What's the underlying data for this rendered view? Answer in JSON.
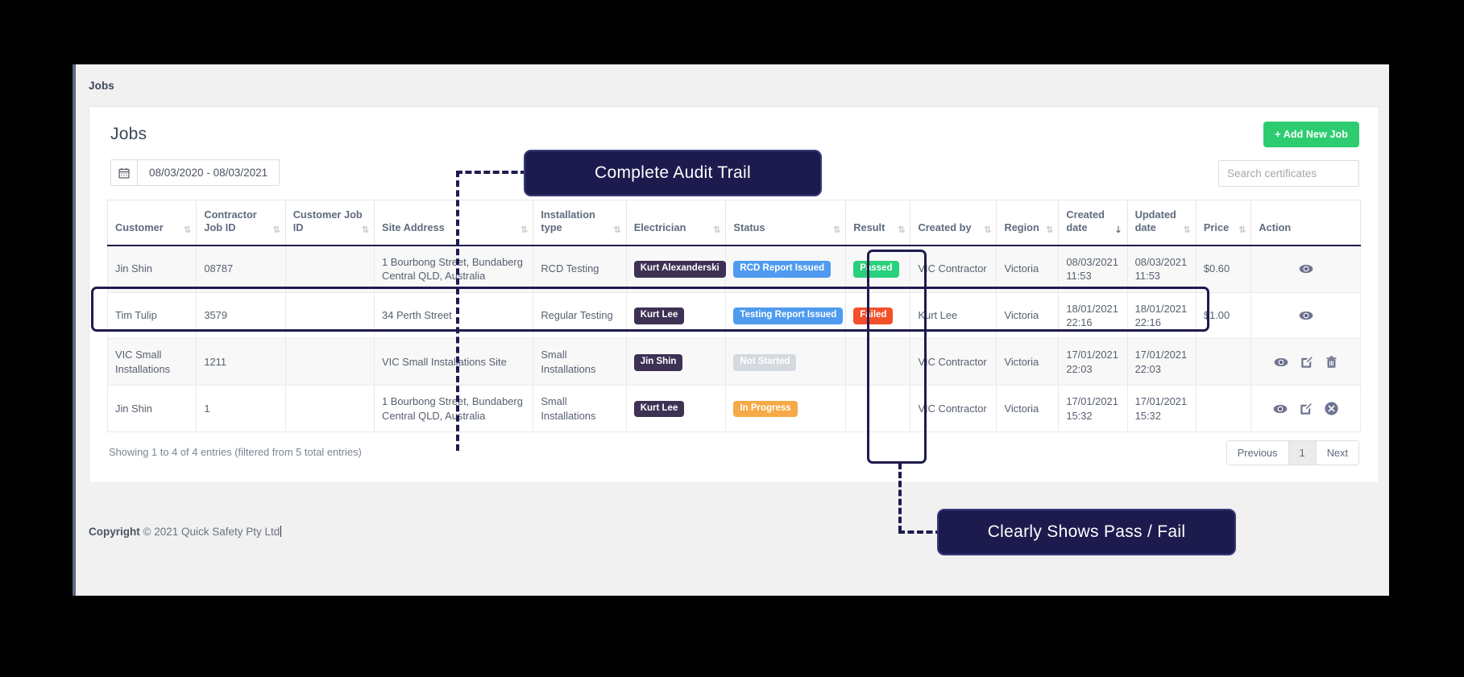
{
  "breadcrumb": {
    "text": "Jobs"
  },
  "card": {
    "title": "Jobs",
    "add_button_label": "+ Add New Job",
    "date_range_value": "08/03/2020 - 08/03/2021",
    "calendar_icon": "calendar-icon",
    "search_placeholder": "Search certificates",
    "search_value": ""
  },
  "table": {
    "columns": [
      {
        "label": "Customer",
        "sort": "both"
      },
      {
        "label": "Contractor Job ID",
        "sort": "both"
      },
      {
        "label": "Customer Job ID",
        "sort": "both"
      },
      {
        "label": "Site Address",
        "sort": "both"
      },
      {
        "label": "Installation type",
        "sort": "both"
      },
      {
        "label": "Electrician",
        "sort": "both"
      },
      {
        "label": "Status",
        "sort": "both"
      },
      {
        "label": "Result",
        "sort": "both"
      },
      {
        "label": "Created by",
        "sort": "both"
      },
      {
        "label": "Region",
        "sort": "both"
      },
      {
        "label": "Created date",
        "sort": "desc"
      },
      {
        "label": "Updated date",
        "sort": "both"
      },
      {
        "label": "Price",
        "sort": "both"
      },
      {
        "label": "Action",
        "sort": "none"
      }
    ],
    "rows": [
      {
        "customer": "Jin Shin",
        "contractor_job_id": "08787",
        "customer_job_id": "",
        "site_address": "1 Bourbong Street, Bundaberg Central QLD, Australia",
        "installation_type": "RCD Testing",
        "electrician": "Kurt Alexanderski",
        "status": "RCD Report Issued",
        "status_color": "blue",
        "result": "Passed",
        "result_color": "green",
        "created_by": "VIC Contractor",
        "region": "Victoria",
        "created_date": "08/03/2021 11:53",
        "updated_date": "08/03/2021 11:53",
        "price": "$0.60",
        "actions": [
          "eye-icon"
        ]
      },
      {
        "customer": "Tim Tulip",
        "contractor_job_id": "3579",
        "customer_job_id": "",
        "site_address": "34 Perth Street",
        "installation_type": "Regular Testing",
        "electrician": "Kurt Lee",
        "status": "Testing Report Issued",
        "status_color": "blue",
        "result": "Failed",
        "result_color": "red",
        "created_by": "Kurt Lee",
        "region": "Victoria",
        "created_date": "18/01/2021 22:16",
        "updated_date": "18/01/2021 22:16",
        "price": "$1.00",
        "actions": [
          "eye-icon"
        ]
      },
      {
        "customer": "VIC Small Installations",
        "contractor_job_id": "1211",
        "customer_job_id": "",
        "site_address": "VIC Small Installations Site",
        "installation_type": "Small Installations",
        "electrician": "Jin Shin",
        "status": "Not Started",
        "status_color": "gray",
        "result": "",
        "result_color": "",
        "created_by": "VIC Contractor",
        "region": "Victoria",
        "created_date": "17/01/2021 22:03",
        "updated_date": "17/01/2021 22:03",
        "price": "",
        "actions": [
          "eye-icon",
          "edit-icon",
          "trash-icon"
        ]
      },
      {
        "customer": "Jin Shin",
        "contractor_job_id": "1",
        "customer_job_id": "",
        "site_address": "1 Bourbong Street, Bundaberg Central QLD, Australia",
        "installation_type": "Small Installations",
        "electrician": "Kurt Lee",
        "status": "In Progress",
        "status_color": "orange",
        "result": "",
        "result_color": "",
        "created_by": "VIC Contractor",
        "region": "Victoria",
        "created_date": "17/01/2021 15:32",
        "updated_date": "17/01/2021 15:32",
        "price": "",
        "actions": [
          "eye-icon",
          "edit-icon",
          "cancel-circle-icon"
        ]
      }
    ],
    "showing_info": "Showing 1 to 4 of 4 entries (filtered from 5 total entries)",
    "pagination": {
      "previous_label": "Previous",
      "page_label": "1",
      "next_label": "Next"
    }
  },
  "footer": {
    "copyright_strong": "Copyright",
    "copyright_rest": " © 2021 Quick Safety Pty Ltd"
  },
  "annotations": [
    {
      "text": "Complete Audit Trail"
    },
    {
      "text": "Clearly Shows Pass / Fail"
    }
  ],
  "colors": {
    "accent_green": "#2ecc71",
    "badge_person": "#3d3154",
    "badge_blue": "#4e9bef",
    "badge_green": "#27d07a",
    "badge_red": "#f4502a",
    "badge_gray": "#d4dae0",
    "badge_orange": "#f5a947",
    "annotation_navy": "#1d1b4e"
  }
}
